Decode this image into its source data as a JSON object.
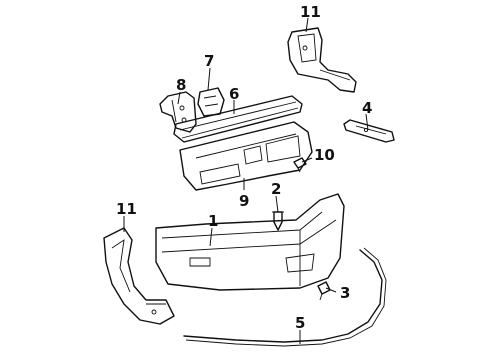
{
  "callouts": {
    "c1": "1",
    "c2": "2",
    "c3": "3",
    "c4": "4",
    "c5": "5",
    "c6": "6",
    "c7": "7",
    "c8": "8",
    "c9": "9",
    "c10": "10",
    "c11_top": "11",
    "c11_left": "11"
  }
}
